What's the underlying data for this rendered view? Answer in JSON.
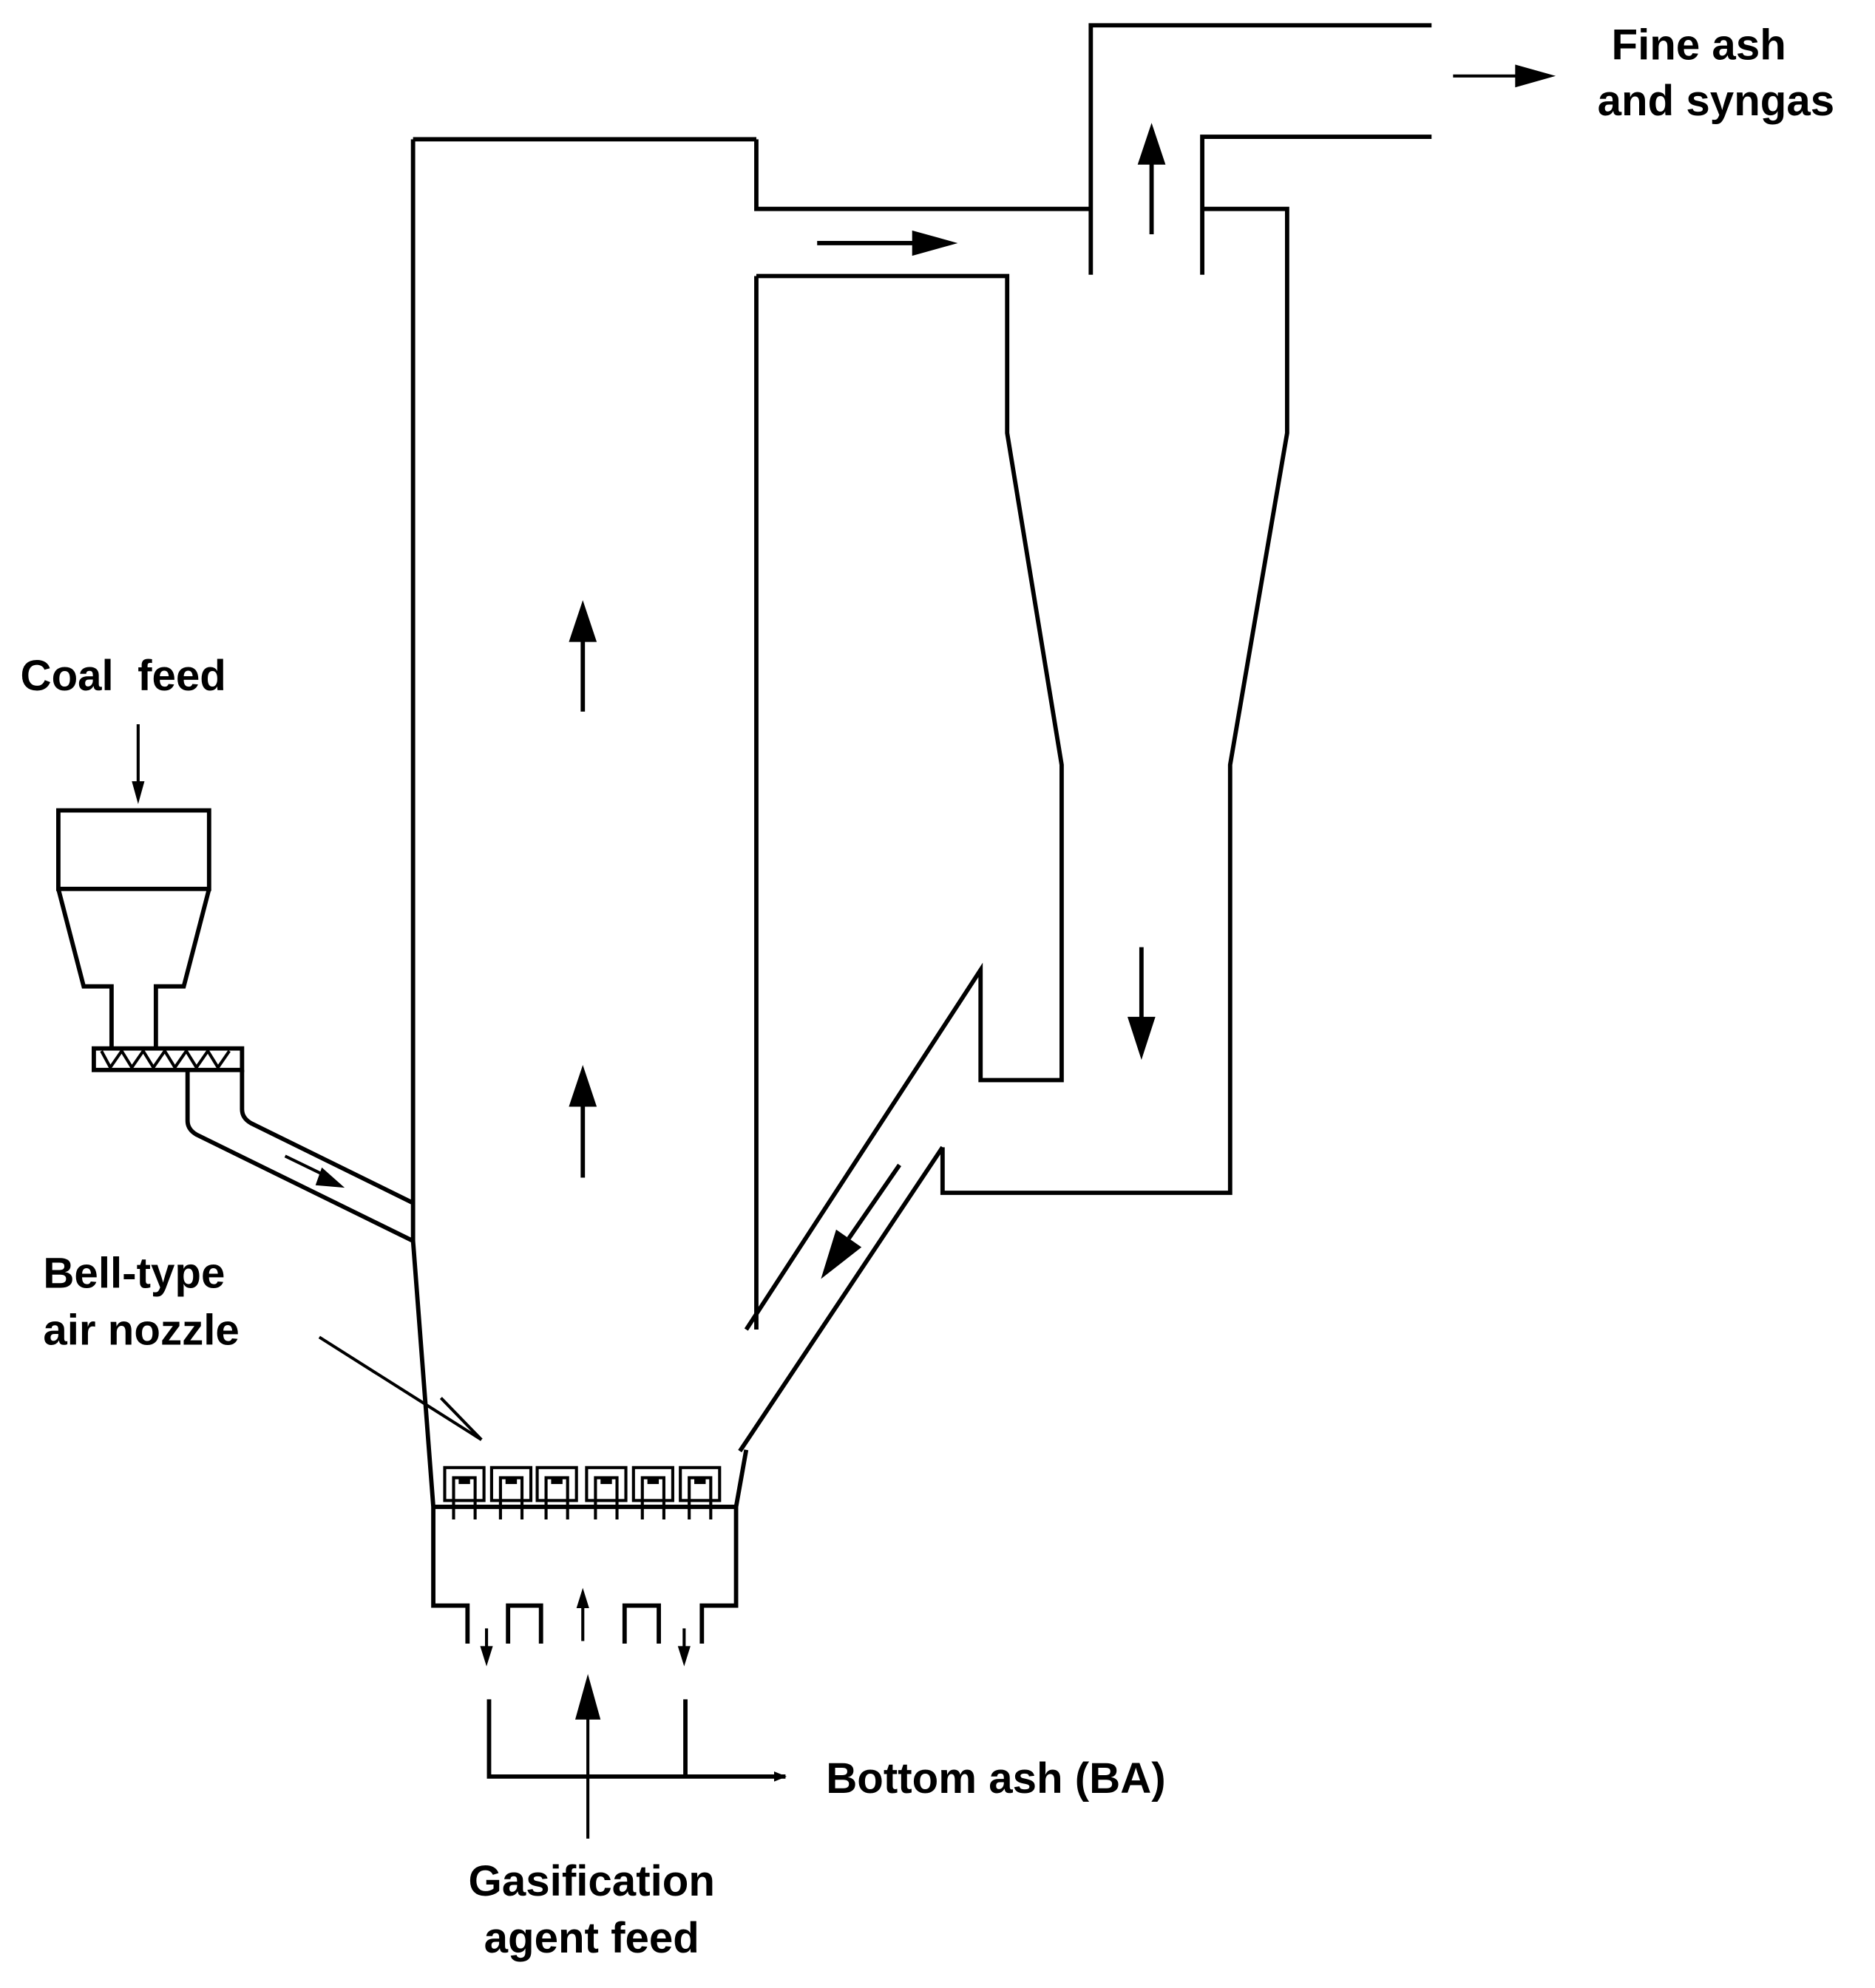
{
  "labels": {
    "fine_ash_line1": "Fine ash",
    "fine_ash_line2": "and syngas",
    "coal_feed": "Coal  feed",
    "bell_nozzle_line1": "Bell-type",
    "bell_nozzle_line2": "air nozzle",
    "bottom_ash": "Bottom ash (BA)",
    "gasification_line1": "Gasification",
    "gasification_line2": "agent feed"
  },
  "colors": {
    "line": "#000000",
    "background": "#ffffff"
  }
}
